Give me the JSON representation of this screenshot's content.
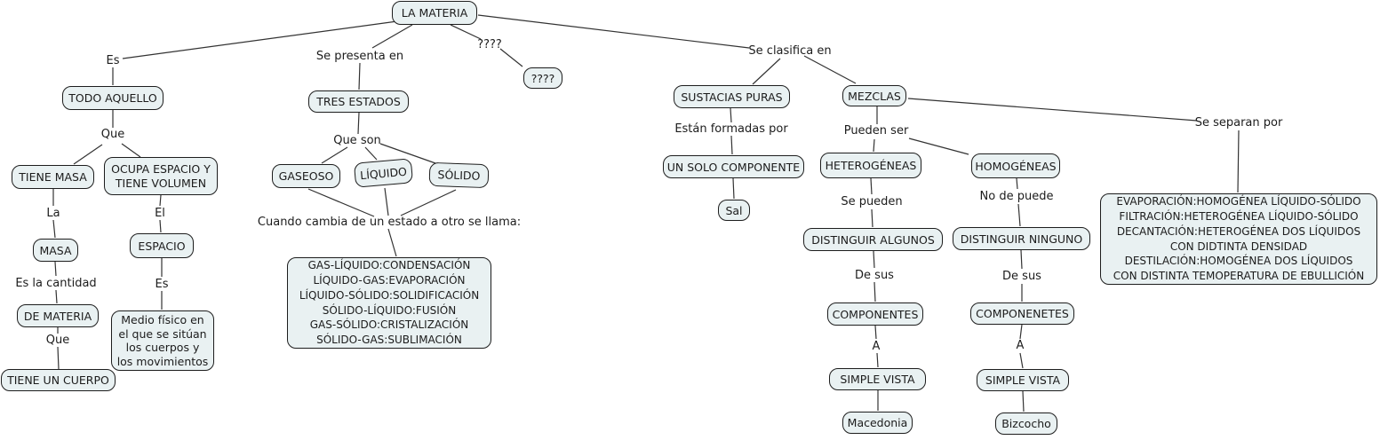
{
  "colors": {
    "background": "#ffffff",
    "node_fill": "#e9f1f2",
    "node_border": "#1d1d1d",
    "connector": "#333333"
  },
  "nodes": {
    "la_materia": "LA MATERIA",
    "todo_aquello": "TODO AQUELLO",
    "tiene_masa": "TIENE MASA",
    "ocupa_espacio": "OCUPA ESPACIO Y\nTIENE VOLUMEN",
    "masa": "MASA",
    "de_materia": "DE MATERIA",
    "tiene_un_cuerpo": "TIENE UN CUERPO",
    "espacio": "ESPACIO",
    "medio_fisico": "Medio físico en\nel que se sitúan\nlos cuerpos y\nlos movimientos",
    "tres_estados": "TRES ESTADOS",
    "gaseoso": "GASEOSO",
    "liquido": "LÍQUIDO",
    "solido": "SÓLIDO",
    "cambios_de_estado": "GAS-LÍQUIDO:CONDENSACIÓN\nLÍQUIDO-GAS:EVAPORACIÓN\nLÍQUIDO-SÓLIDO:SOLIDIFICACIÓN\nSÓLIDO-LÍQUIDO:FUSIÓN\nGAS-SÓLIDO:CRISTALIZACIÓN\nSÓLIDO-GAS:SUBLIMACIÓN",
    "desconocido": "????",
    "sustancias_puras": "SUSTACIAS PURAS",
    "un_solo_componente": "UN SOLO COMPONENTE",
    "sal": "Sal",
    "mezclas": "MEZCLAS",
    "heterogeneas": "HETEROGÉNEAS",
    "homogeneas": "HOMOGÉNEAS",
    "distinguir_algunos": "DISTINGUIR ALGUNOS",
    "distinguir_ninguno": "DISTINGUIR NINGUNO",
    "componentes": "COMPONENTES",
    "componenetes": "COMPONENETES",
    "simple_vista_izq": "SIMPLE VISTA",
    "simple_vista_der": "SIMPLE VISTA",
    "macedonia": "Macedonia",
    "bizcocho": "Bizcocho",
    "separaciones": "EVAPORACIÓN:HOMOGÉNEA LÍQUIDO-SÓLIDO\nFILTRACIÓN:HETEROGÉNEA LÍQUIDO-SÓLIDO\nDECANTACIÓN:HETEROGÉNEA DOS LÍQUIDOS\nCON DIDTINTA DENSIDAD\nDESTILACIÓN:HOMOGÉNEA DOS LÍQUIDOS\nCON DISTINTA TEMOPERATURA DE EBULLICIÓN"
  },
  "links": {
    "es": "Es",
    "se_presenta_en": "Se presenta en",
    "preguntas": "????",
    "se_clasifica_en": "Se clasifica en",
    "que1": "Que",
    "la": "La",
    "el": "El",
    "es_la_cantidad": "Es la cantidad",
    "que2": "Que",
    "es2": "Es",
    "que_son": "Que son",
    "cuando_cambia": "Cuando cambia de un estado a otro se llama:",
    "estan_formadas_por": "Están formadas por",
    "pueden_ser": "Pueden ser",
    "se_pueden": "Se pueden",
    "no_de_puede": "No de puede",
    "de_sus_izq": "De sus",
    "de_sus_der": "De sus",
    "a_izq": "A",
    "a_der": "A",
    "se_separan_por": "Se separan por"
  }
}
